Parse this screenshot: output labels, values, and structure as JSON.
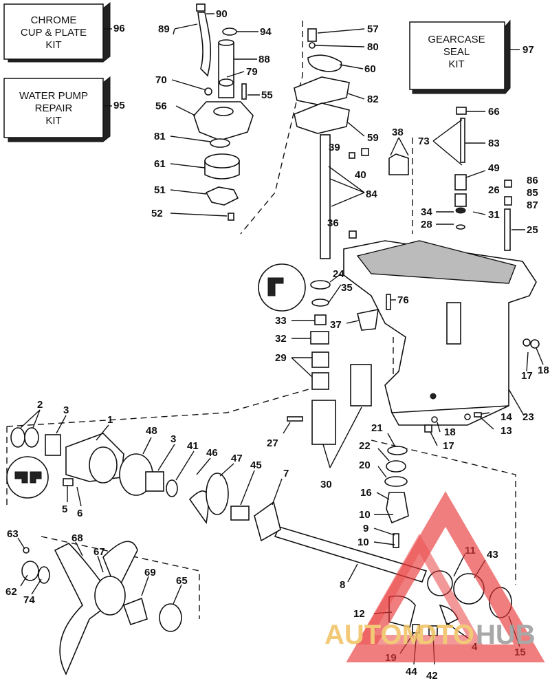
{
  "kits": {
    "chrome": {
      "line1": "CHROME",
      "line2": "CUP & PLATE",
      "line3": "KIT",
      "number": "96"
    },
    "water_pump": {
      "line1": "WATER PUMP",
      "line2": "REPAIR",
      "line3": "KIT",
      "number": "95"
    },
    "gearcase": {
      "line1": "GEARCASE",
      "line2": "SEAL",
      "line3": "KIT",
      "number": "97"
    }
  },
  "callouts": [
    "90",
    "89",
    "94",
    "88",
    "79",
    "70",
    "55",
    "56",
    "81",
    "61",
    "51",
    "52",
    "57",
    "80",
    "60",
    "82",
    "59",
    "39",
    "40",
    "38",
    "84",
    "36",
    "66",
    "73",
    "83",
    "49",
    "26",
    "86",
    "85",
    "87",
    "34",
    "31",
    "28",
    "25",
    "24",
    "35",
    "76",
    "33",
    "37",
    "32",
    "29",
    "17",
    "18",
    "30",
    "27",
    "21",
    "22",
    "20",
    "16",
    "10",
    "9",
    "11",
    "43",
    "8",
    "12",
    "4",
    "19",
    "44",
    "42",
    "15",
    "14",
    "13",
    "23",
    "2",
    "3",
    "1",
    "48",
    "41",
    "46",
    "47",
    "45",
    "7",
    "5",
    "6",
    "63",
    "68",
    "67",
    "69",
    "65",
    "62",
    "74"
  ],
  "watermark": {
    "text_left": "AUTOM",
    "text_mid": "OTO",
    "text_right": "HUB",
    "accent_color": "#e83535",
    "gold_color": "#f0c060",
    "gray_color": "#9a9a9a"
  }
}
